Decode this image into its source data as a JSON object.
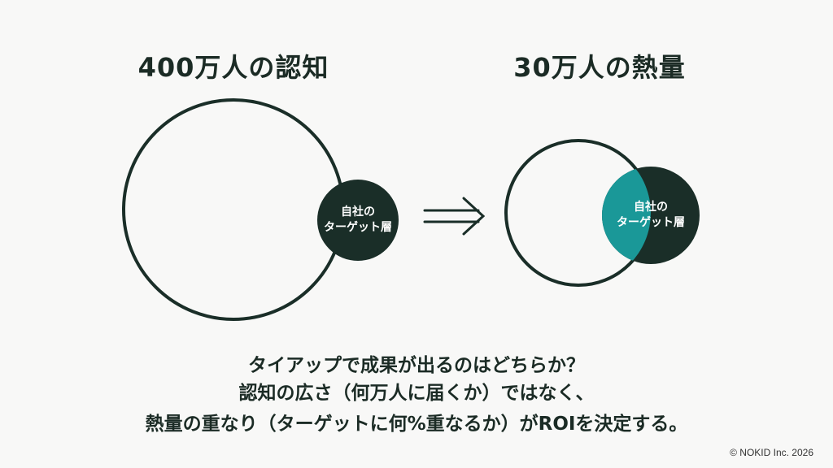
{
  "left": {
    "title": "400万人の認知",
    "target_label_1": "自社の",
    "target_label_2": "ターゲット層"
  },
  "right": {
    "title": "30万人の熱量",
    "target_label_1": "自社の",
    "target_label_2": "ターゲット層"
  },
  "arrow_icon": "double-right-arrow",
  "message": [
    "タイアップで成果が出るのはどちらか？",
    "認知の広さ（何万人に届くか）ではなく、",
    "熱量の重なり（ターゲットに何%重なるか）がROIを決定する。"
  ],
  "copyright": "© NOKID Inc. 2026",
  "colors": {
    "dark": "#1a2e28",
    "teal": "#1a9898",
    "background": "#f8f8f7"
  }
}
